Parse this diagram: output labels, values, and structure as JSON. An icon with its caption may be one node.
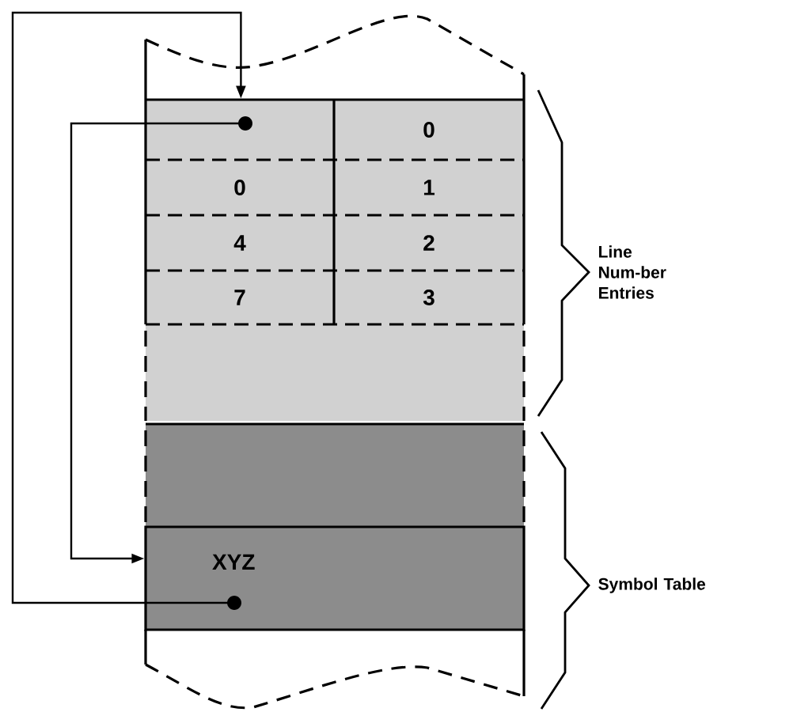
{
  "diagram": {
    "nodes": [
      {
        "text": [],
        "shape": "box"
      },
      {
        "text": [
          "0"
        ]
      },
      {
        "text": [
          "0"
        ]
      },
      {
        "text": [
          "1"
        ]
      },
      {
        "text": [
          "4"
        ]
      },
      {
        "text": [
          "2"
        ]
      },
      {
        "text": [
          "7"
        ]
      },
      {
        "text": [
          "3"
        ]
      },
      {
        "text": [],
        "shape": "box"
      },
      {
        "text": [],
        "shape": "box"
      },
      {
        "text": [
          "XYZ"
        ]
      }
    ],
    "edges": [
      {
        "from": 10,
        "to": 0,
        "arrow": "to"
      },
      {
        "from": 0,
        "to": 10,
        "arrow": "to"
      }
    ],
    "labels": [
      "Line Num-ber Entries",
      "Symbol Table"
    ]
  }
}
